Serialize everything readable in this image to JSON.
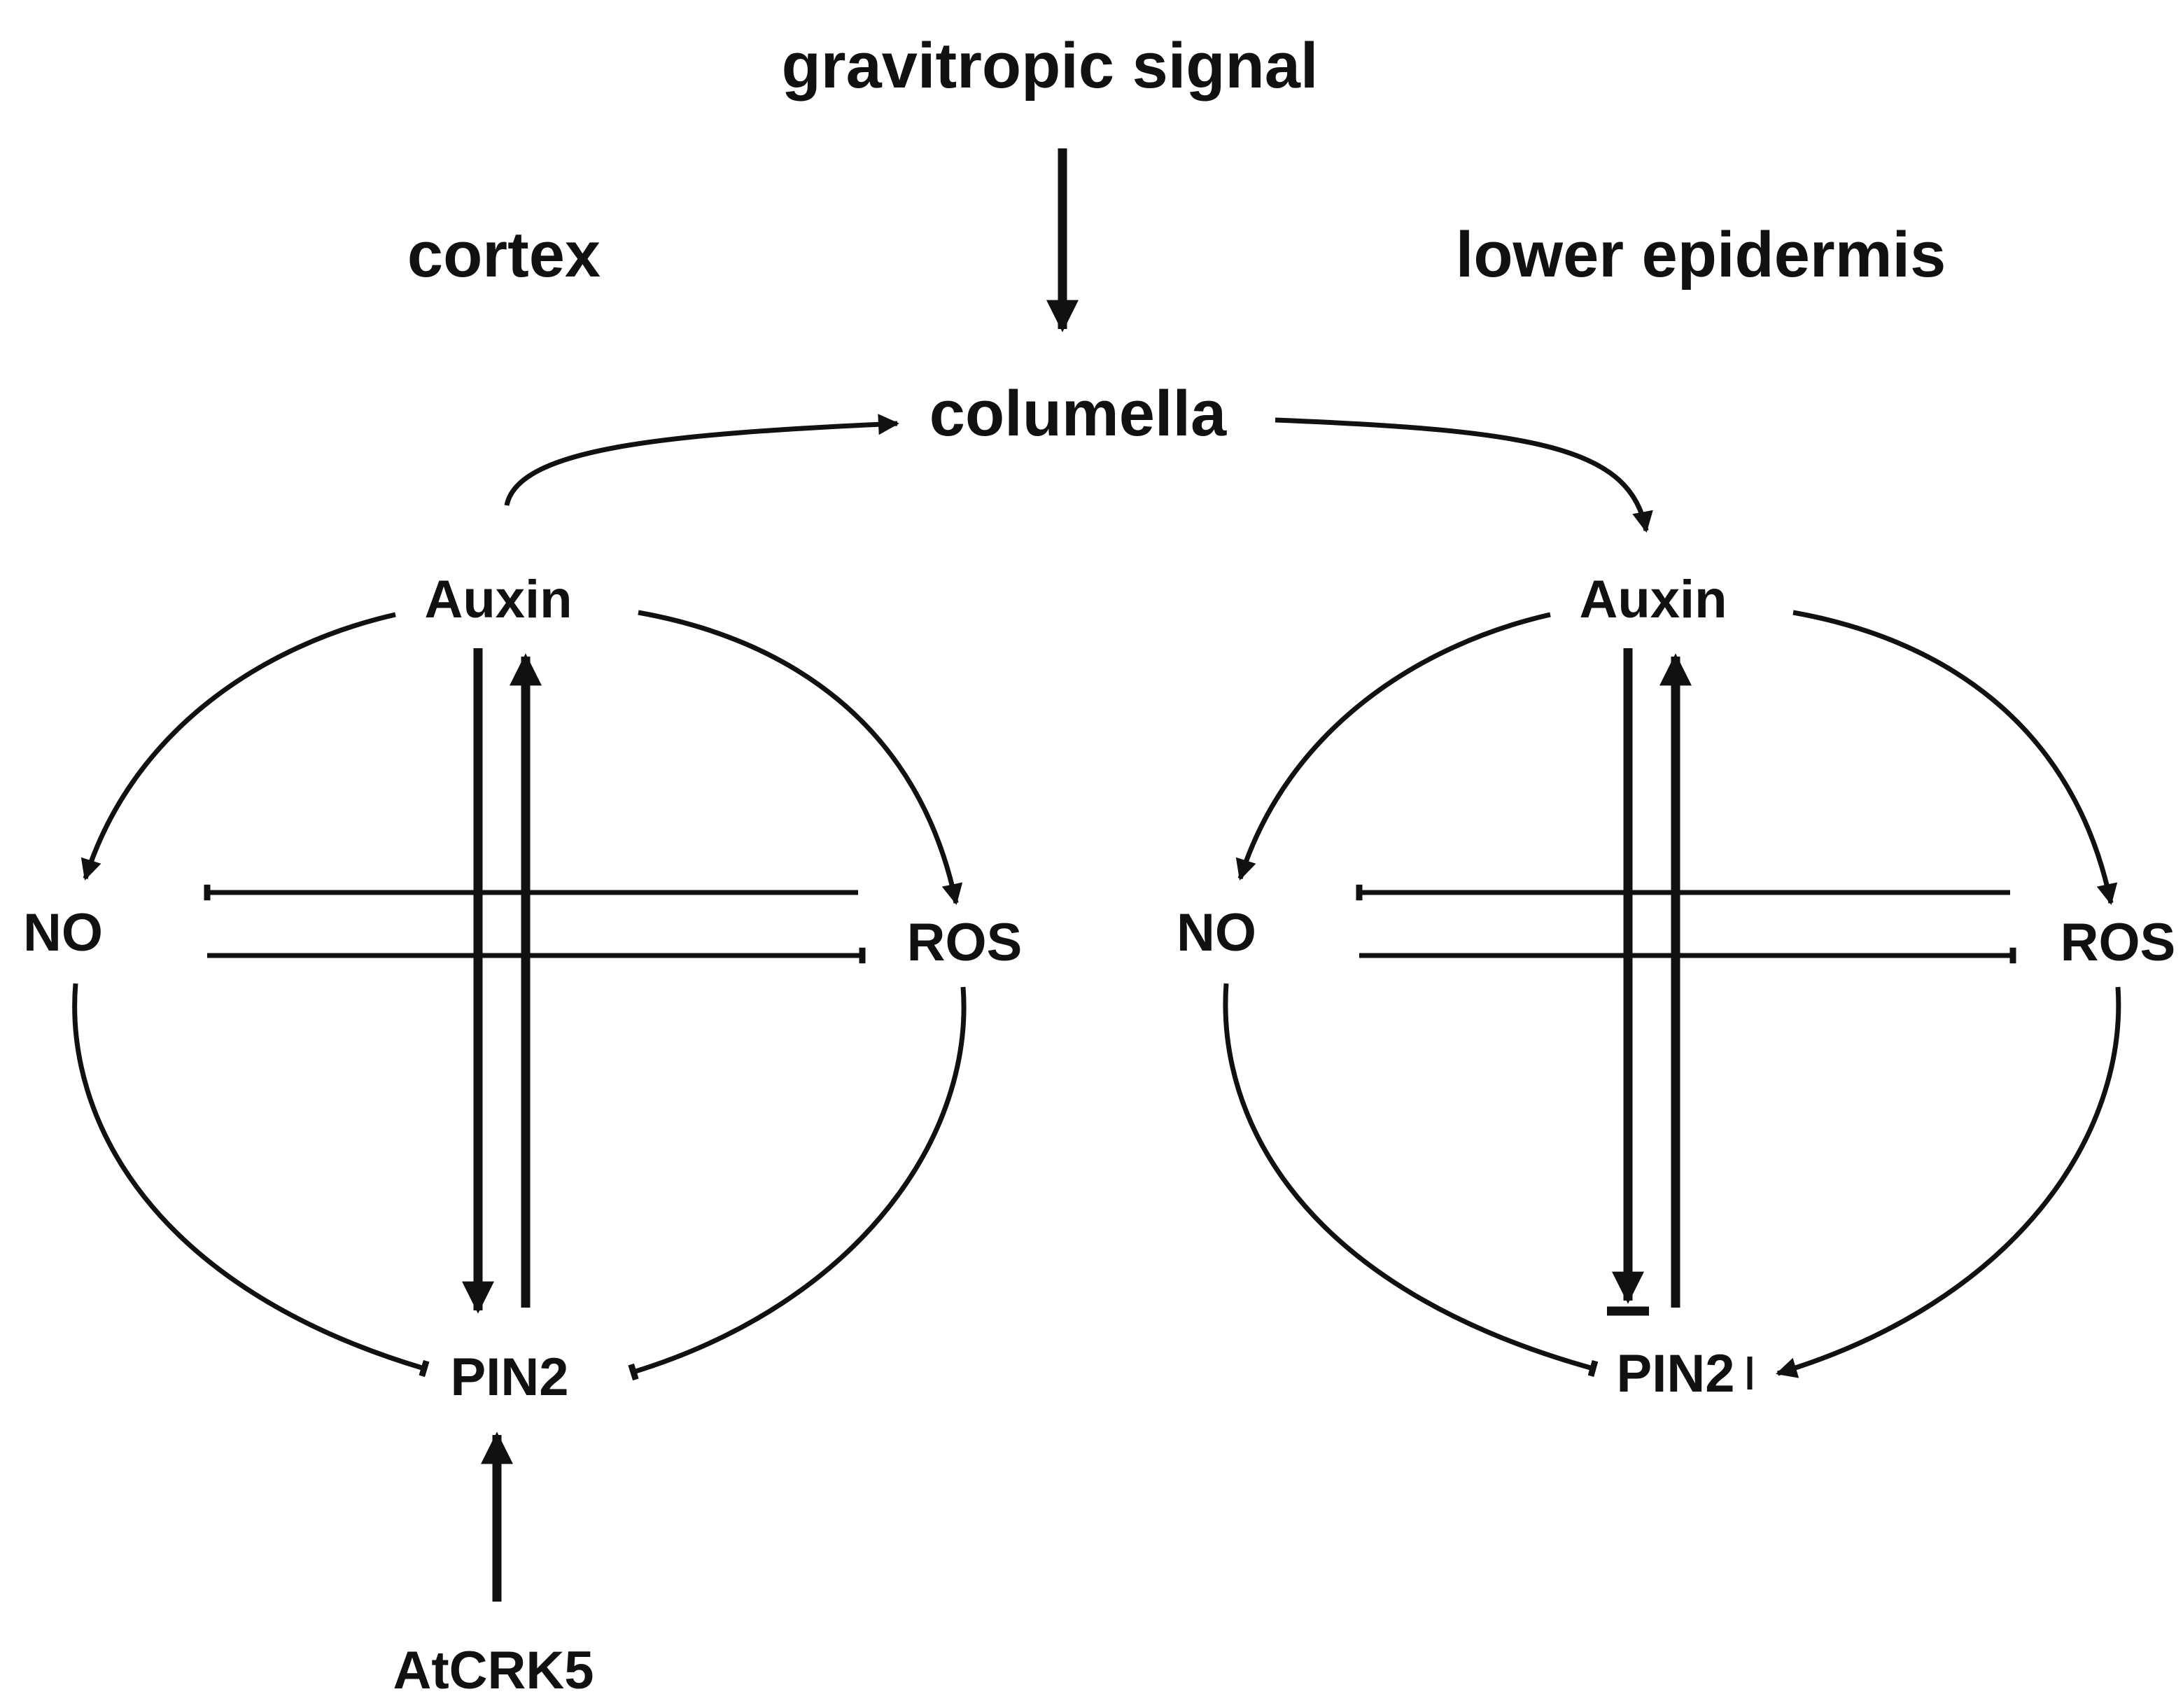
{
  "labels": {
    "signal": "gravitropic signal",
    "cortex": "cortex",
    "lower_epidermis": "lower epidermis",
    "columella": "columella",
    "atcrk5": "AtCRK5"
  },
  "left_panel": {
    "auxin": "Auxin",
    "no": "NO",
    "ros": "ROS",
    "pin2": "PIN2"
  },
  "right_panel": {
    "auxin": "Auxin",
    "no": "NO",
    "ros": "ROS",
    "pin2": "PIN2"
  },
  "colors": {
    "ink": "#111111",
    "background": "#ffffff"
  }
}
